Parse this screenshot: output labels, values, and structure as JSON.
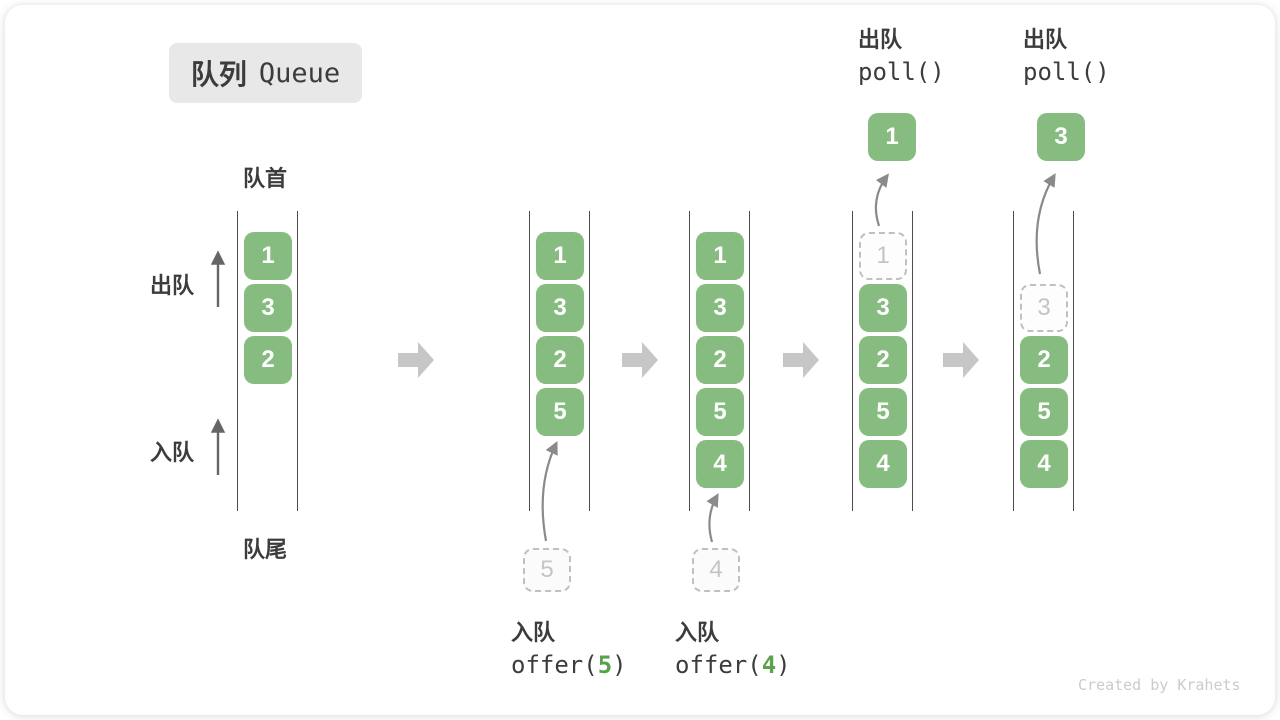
{
  "title": {
    "zh": "队列",
    "en": "Queue"
  },
  "side_labels": {
    "front": "队首",
    "rear": "队尾",
    "dequeue": "出队",
    "enqueue": "入队"
  },
  "operations": [
    {
      "action": "入队",
      "code_pre": "offer(",
      "arg": "5",
      "code_post": ")"
    },
    {
      "action": "入队",
      "code_pre": "offer(",
      "arg": "4",
      "code_post": ")"
    },
    {
      "action": "出队",
      "code_pre": "poll()",
      "arg": "",
      "code_post": ""
    },
    {
      "action": "出队",
      "code_pre": "poll()",
      "arg": "",
      "code_post": ""
    }
  ],
  "states": [
    {
      "slots": [
        {
          "v": "1"
        },
        {
          "v": "3"
        },
        {
          "v": "2"
        }
      ]
    },
    {
      "slots": [
        {
          "v": "1"
        },
        {
          "v": "3"
        },
        {
          "v": "2"
        },
        {
          "v": "5"
        }
      ],
      "incoming": "5"
    },
    {
      "slots": [
        {
          "v": "1"
        },
        {
          "v": "3"
        },
        {
          "v": "2"
        },
        {
          "v": "5"
        },
        {
          "v": "4"
        }
      ],
      "incoming": "4"
    },
    {
      "slots": [
        {
          "v": "1",
          "ghost": true
        },
        {
          "v": "3"
        },
        {
          "v": "2"
        },
        {
          "v": "5"
        },
        {
          "v": "4"
        }
      ],
      "popped": "1"
    },
    {
      "slots": [
        null,
        {
          "v": "3",
          "ghost": true
        },
        {
          "v": "2"
        },
        {
          "v": "5"
        },
        {
          "v": "4"
        }
      ],
      "popped": "3"
    }
  ],
  "watermark": "Created by Krahets",
  "colors": {
    "cell_green": "#87BC80",
    "arg_green": "#5CA24E",
    "ink": "#3C3C3C",
    "wall": "#4C4C4C",
    "dashed_border": "#C0C0C0",
    "dashed_text": "#C4C4C4",
    "block_arrow": "#C6C6C6",
    "curve_arrow": "#8A8A8A",
    "up_arrow": "#666666",
    "title_bg": "#E8E8E8",
    "watermark": "#CBCBCB"
  }
}
